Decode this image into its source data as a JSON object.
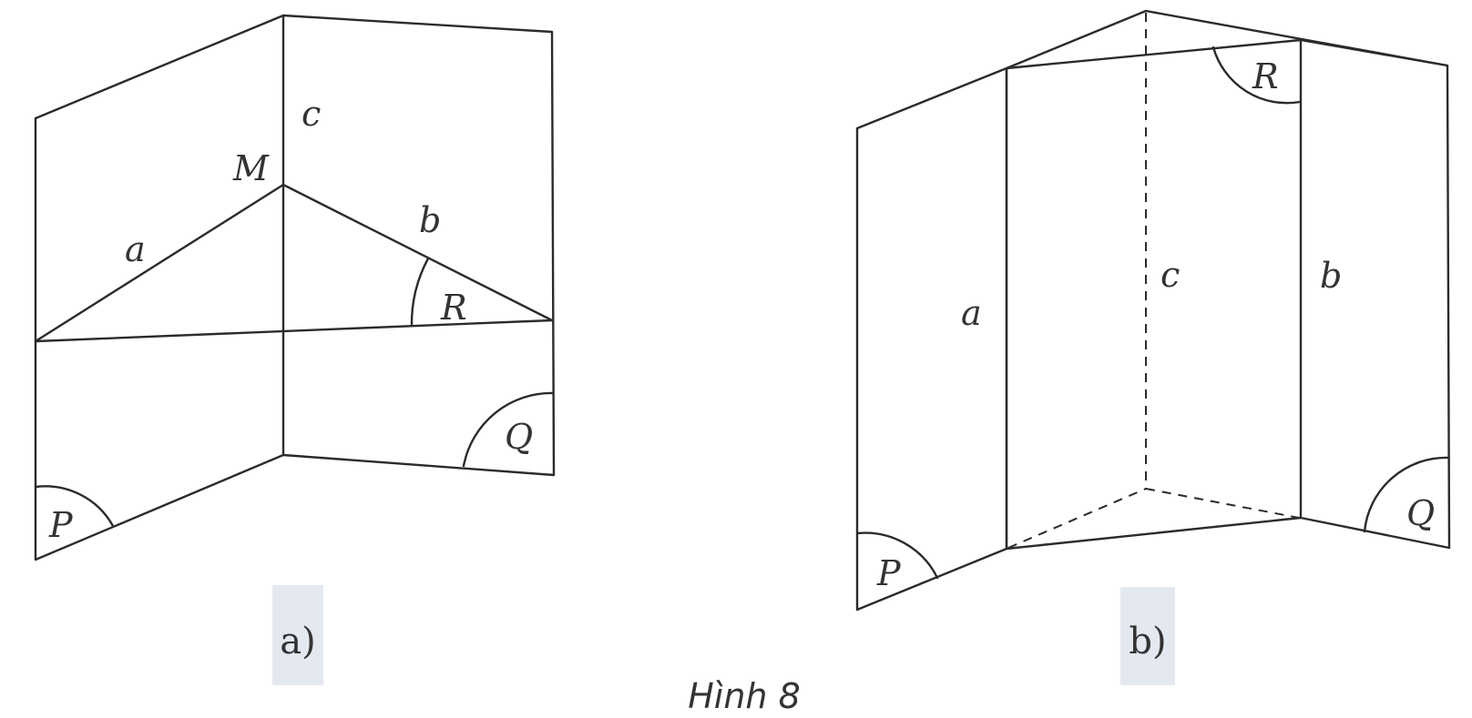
{
  "figure_title": "Hình 8",
  "panel_a": {
    "caption": "a)",
    "labels": {
      "M": "M",
      "c": "c",
      "a": "a",
      "b": "b",
      "R": "R",
      "P": "P",
      "Q": "Q"
    }
  },
  "panel_b": {
    "caption": "b)",
    "labels": {
      "R": "R",
      "c": "c",
      "a": "a",
      "b": "b",
      "P": "P",
      "Q": "Q"
    }
  }
}
